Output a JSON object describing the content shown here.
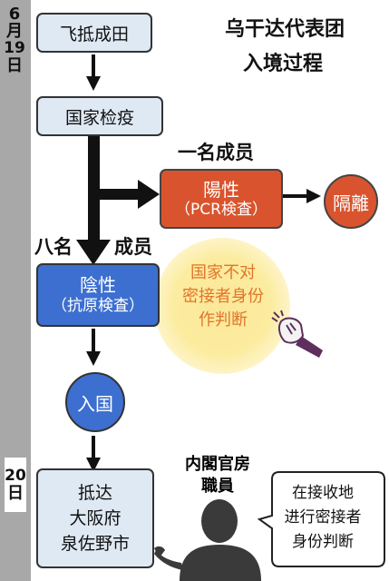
{
  "title": {
    "line1": "乌干达代表团",
    "line2": "入境过程"
  },
  "dates": {
    "day1": [
      "6",
      "月",
      "19",
      "日"
    ],
    "day2": [
      "20",
      "日"
    ]
  },
  "steps": {
    "arrival_narita": "飞抵成田",
    "quarantine": "国家检疫",
    "positive_count": "一名成员",
    "positive_line1": "陽性",
    "positive_line2": "（PCR検査）",
    "isolation": "隔離",
    "negative_count_a": "八名",
    "negative_count_b": "成员",
    "negative_line1": "陰性",
    "negative_line2": "（抗原検査）",
    "entry": "入国",
    "destination_line1": "抵达",
    "destination_line2": "大阪府",
    "destination_line3": "泉佐野市"
  },
  "note_glow": {
    "line1": "国家不对",
    "line2": "密接者身份",
    "line3": "作判断"
  },
  "cabinet": {
    "label_line1": "内閣官房",
    "label_line2": "職員",
    "speech_line1": "在接收地",
    "speech_line2": "进行密接者",
    "speech_line3": "身份判断"
  },
  "colors": {
    "sidebar": "#a8a8a8",
    "light_box": "#dfe9f4",
    "positive": "#d9542e",
    "negative": "#3d6fd0",
    "entry_circle": "#3d6fd0",
    "glow_text": "#e0752c"
  }
}
